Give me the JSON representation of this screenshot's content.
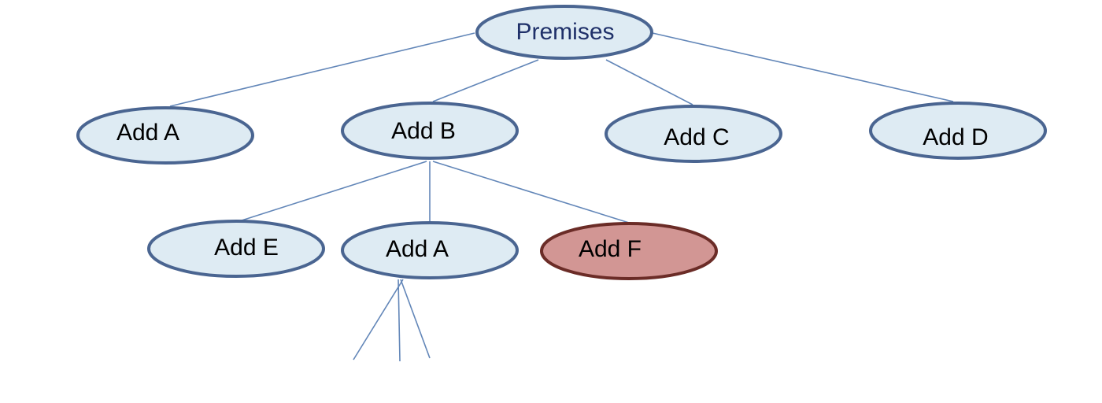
{
  "diagram": {
    "colors": {
      "node_fill": "#deebf3",
      "node_stroke": "#4a6591",
      "edge": "#6286b8",
      "label": "#000000",
      "root_label": "#1f3069",
      "highlight_fill": "#d29694",
      "highlight_stroke": "#6b2c27"
    },
    "nodes": [
      {
        "id": "premises",
        "label": "Premises",
        "role": "root"
      },
      {
        "id": "add-a-top",
        "label": "Add A",
        "role": "normal"
      },
      {
        "id": "add-b",
        "label": "Add B",
        "role": "normal"
      },
      {
        "id": "add-c",
        "label": "Add C",
        "role": "normal"
      },
      {
        "id": "add-d",
        "label": "Add D",
        "role": "normal"
      },
      {
        "id": "add-e",
        "label": "Add E",
        "role": "normal"
      },
      {
        "id": "add-a-child",
        "label": "Add A",
        "role": "normal"
      },
      {
        "id": "add-f",
        "label": "Add F",
        "role": "highlighted"
      }
    ],
    "edges": [
      {
        "from": "premises",
        "to": "add-a-top"
      },
      {
        "from": "premises",
        "to": "add-b"
      },
      {
        "from": "premises",
        "to": "add-c"
      },
      {
        "from": "premises",
        "to": "add-d"
      },
      {
        "from": "add-b",
        "to": "add-e"
      },
      {
        "from": "add-b",
        "to": "add-a-child"
      },
      {
        "from": "add-b",
        "to": "add-f"
      }
    ],
    "dangling_edges_from": "add-a-child",
    "dangling_edge_count": 3
  }
}
